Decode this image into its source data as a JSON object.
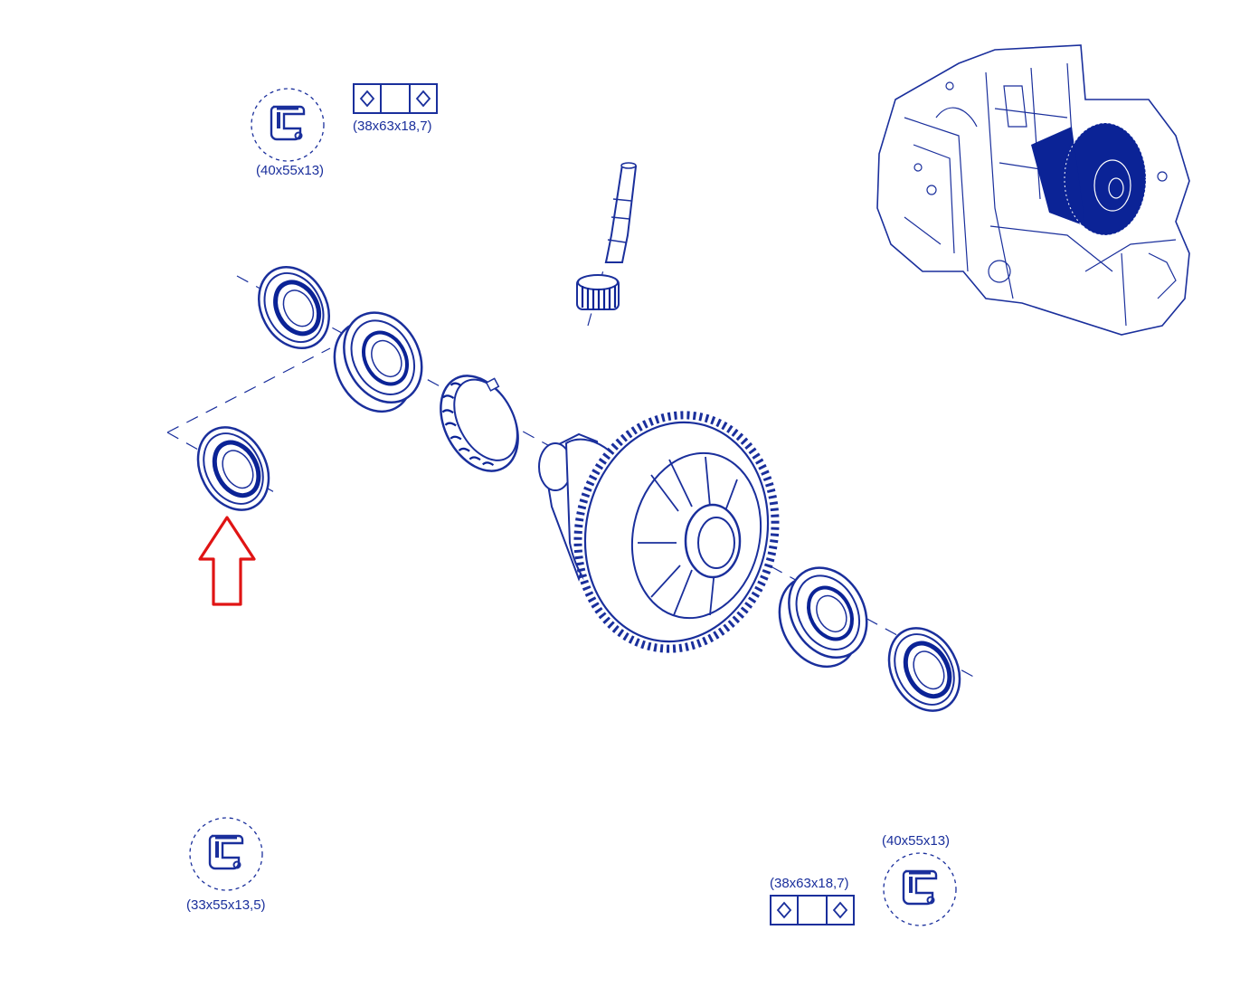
{
  "colors": {
    "line": "#1a2f9c",
    "fill": "#0b2396",
    "highlight": "#e01414",
    "background": "#ffffff"
  },
  "labels": {
    "seal_top": "(40x55x13)",
    "bearing_top": "(38x63x18,7)",
    "seal_bottom_left": "(33x55x13,5)",
    "bearing_bottom_right": "(38x63x18,7)",
    "seal_bottom_right": "(40x55x13)"
  },
  "icons": {
    "seal": "oil-seal-profile-icon",
    "bearing": "tapered-roller-bearing-icon",
    "indicator": "red-up-arrow-icon"
  }
}
